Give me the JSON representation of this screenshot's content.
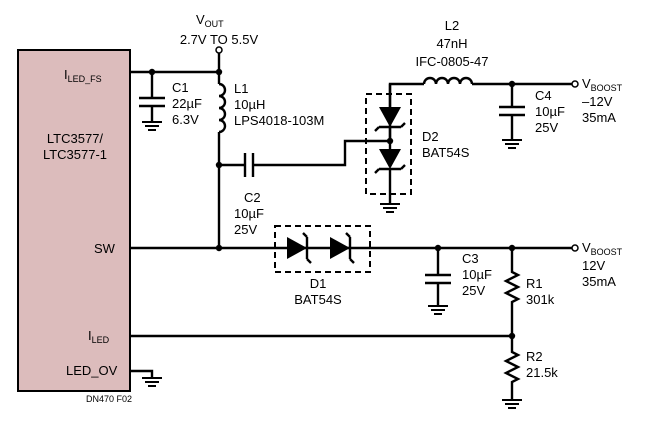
{
  "ic": {
    "name_line1": "LTC3577/",
    "name_line2": "LTC3577-1",
    "fill_color": "#dcbcbc",
    "pin_iled_fs": "I",
    "pin_iled_fs_sub": "LED_FS",
    "pin_sw": "SW",
    "pin_iled": "I",
    "pin_iled_sub": "LED",
    "pin_led_ov": "LED_OV"
  },
  "vout": {
    "label": "V",
    "label_sub": "OUT",
    "range": "2.7V TO 5.5V"
  },
  "c1": {
    "ref": "C1",
    "value": "22µF",
    "voltage": "6.3V"
  },
  "l1": {
    "ref": "L1",
    "value": "10µH",
    "part": "LPS4018-103M"
  },
  "c2": {
    "ref": "C2",
    "value": "10µF",
    "voltage": "25V"
  },
  "l2": {
    "ref": "L2",
    "value": "47nH",
    "part": "IFC-0805-47"
  },
  "d2": {
    "ref": "D2",
    "part": "BAT54S"
  },
  "c4": {
    "ref": "C4",
    "value": "10µF",
    "voltage": "25V"
  },
  "vboost_neg": {
    "label": "V",
    "label_sub": "BOOST",
    "voltage": "–12V",
    "current": "35mA"
  },
  "d1": {
    "ref": "D1",
    "part": "BAT54S"
  },
  "c3": {
    "ref": "C3",
    "value": "10µF",
    "voltage": "25V"
  },
  "vboost_pos": {
    "label": "V",
    "label_sub": "BOOST",
    "voltage": "12V",
    "current": "35mA"
  },
  "r1": {
    "ref": "R1",
    "value": "301k"
  },
  "r2": {
    "ref": "R2",
    "value": "21.5k"
  },
  "figure_id": "DN470 F02"
}
